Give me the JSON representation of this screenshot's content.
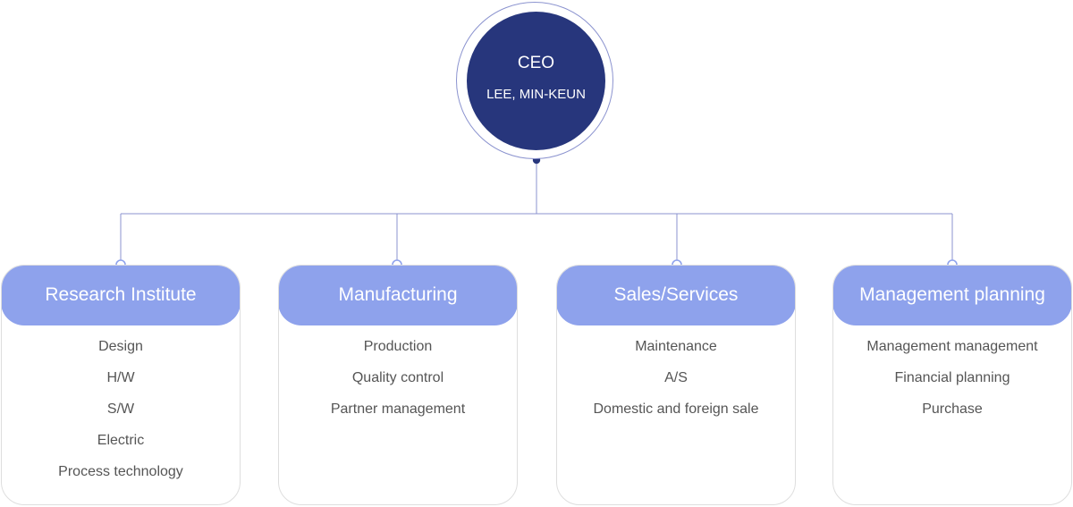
{
  "ceo": {
    "title": "CEO",
    "name": "LEE, MIN-KEUN"
  },
  "departments": [
    {
      "name": "Research Institute",
      "items": [
        "Design",
        "H/W",
        "S/W",
        "Electric",
        "Process technology"
      ]
    },
    {
      "name": "Manufacturing",
      "items": [
        "Production",
        "Quality control",
        "Partner management"
      ]
    },
    {
      "name": "Sales/Services",
      "items": [
        "Maintenance",
        "A/S",
        "Domestic and foreign sale"
      ]
    },
    {
      "name": "Management planning",
      "items": [
        "Management management",
        "Financial planning",
        "Purchase"
      ]
    }
  ],
  "colors": {
    "ceo_fill": "#27367c",
    "ring": "#8b93cf",
    "department_header": "#8ea2ec",
    "connector": "#8b93cf",
    "text": "#555555"
  }
}
